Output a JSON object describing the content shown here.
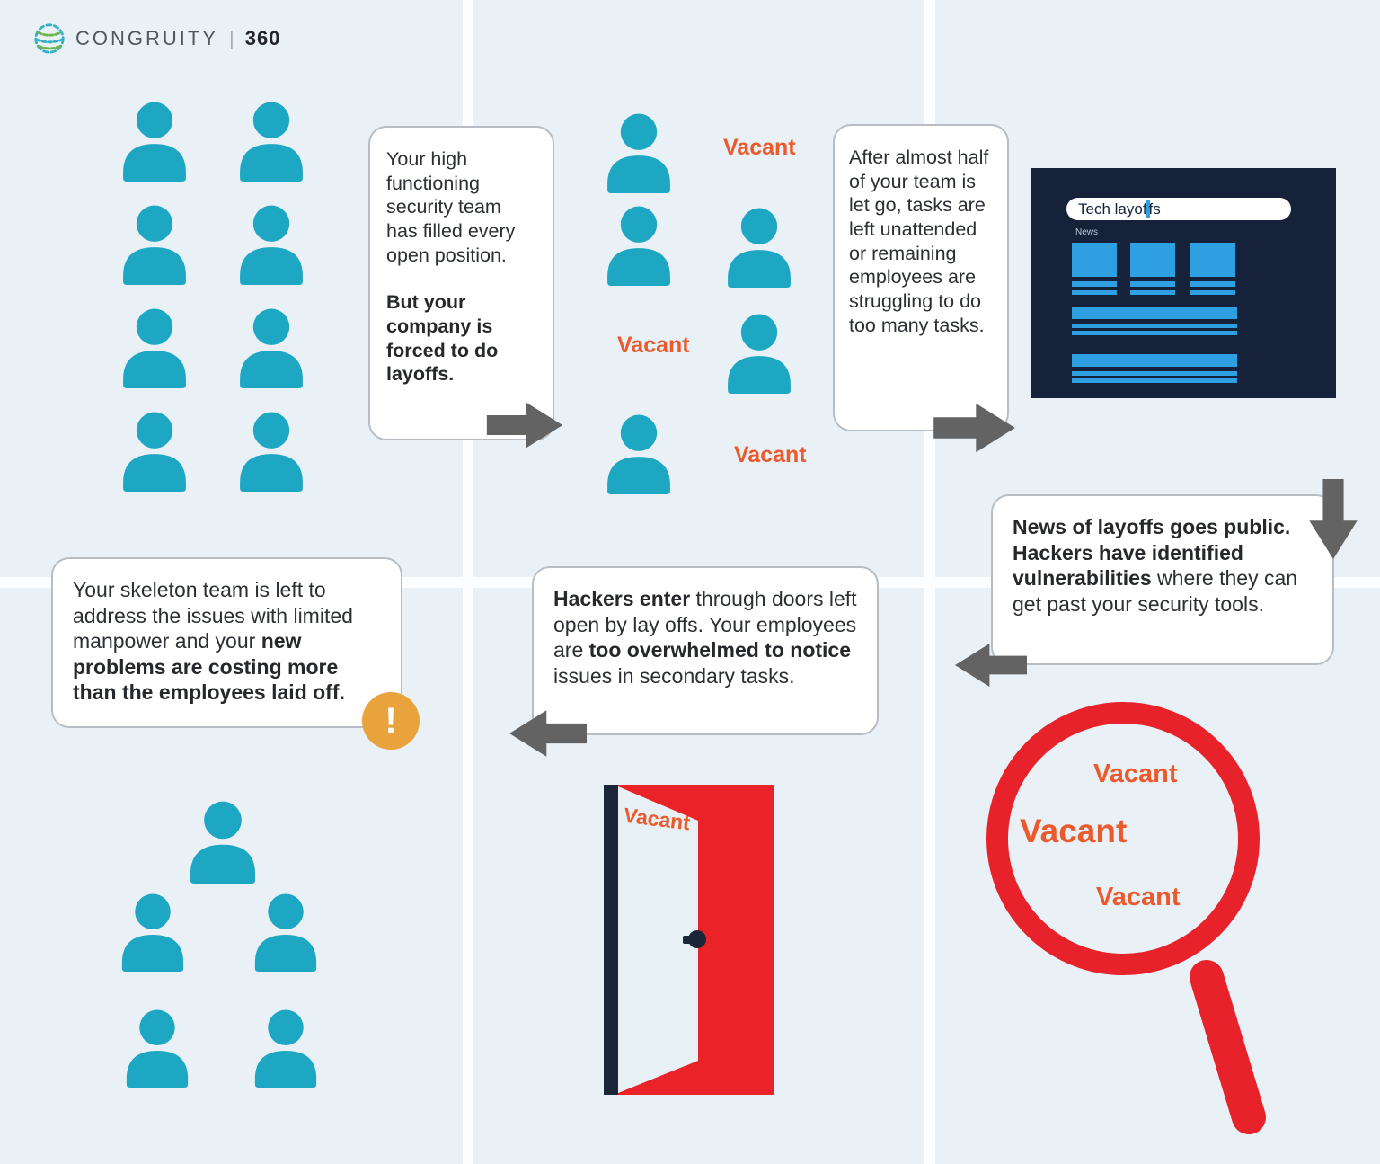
{
  "logo": {
    "name": "CONGRUITY",
    "divider": "|",
    "suffix": "360"
  },
  "labels": {
    "vacant": "Vacant",
    "alert_glyph": "!"
  },
  "panel2": {
    "vacant_row1": "Vacant",
    "vacant_row3": "Vacant",
    "vacant_row4": "Vacant"
  },
  "steps": {
    "step1": {
      "text": "Your high functioning security team has filled every open position.",
      "bold": "But your company is forced to do layoffs."
    },
    "step2": {
      "text": "After almost half of your team is let go, tasks are left unattended or remaining employees are struggling to do too many tasks."
    },
    "step3": {
      "bold": "News of layoffs goes public. Hackers have identified vulnerabilities",
      "text": " where they can get past your security tools."
    },
    "step4": {
      "bold1": "Hackers enter",
      "text1": " through doors left open by lay offs. Your employees are ",
      "bold2": "too overwhelmed to notice",
      "text2": " issues in secondary tasks."
    },
    "step5": {
      "text": "Your skeleton team is left to address the issues with limited manpower and your ",
      "bold": "new problems are costing more than the employees laid off."
    }
  },
  "browser": {
    "search_before_caret": "Tech layof",
    "search_after_caret": "fs",
    "news_label": "News"
  },
  "door": {
    "sign": "Vacant"
  },
  "magnifier": {
    "label1": "Vacant",
    "label2": "Vacant",
    "label3": "Vacant"
  },
  "colors": {
    "background": "#e9f1f7",
    "grid_line": "#fbfdfe",
    "person_teal": "#1ea7c3",
    "vacant_orange": "#eb5a2c",
    "arrow_gray": "#636363",
    "box_border": "#b7bdc3",
    "text_dark": "#2c2f33",
    "browser_navy": "#16213a",
    "browser_blue": "#2e9fe0",
    "door_red": "#e92328",
    "magnifier_red": "#e7222a",
    "alert_amber": "#e8a33c"
  }
}
